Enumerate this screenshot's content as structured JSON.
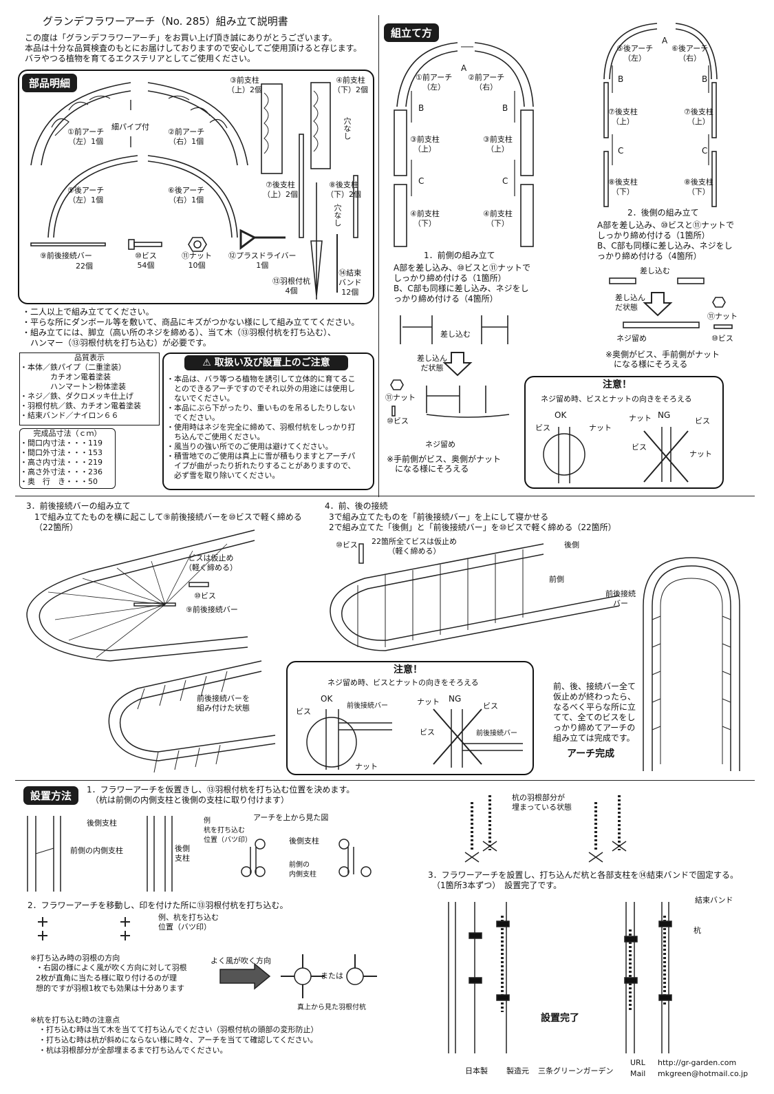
{
  "title": "グランデフラワーアーチ（No. 285）組み立て説明書",
  "intro": [
    "この度は「グランデフラワーアーチ」をお買い上げ頂き誠にありがとうございます。",
    "本品は十分な品質検査のもとにお届けしておりますので安心してご使用頂けると存じます。",
    "バラやつる植物を育てるエクステリアとしてご使用ください。"
  ],
  "parts": {
    "header": "部品明細",
    "center_note": "細パイプ付",
    "items": {
      "p1": "①前アーチ\n（左）1個",
      "p2": "②前アーチ\n（右）1個",
      "p3": "③前支柱\n（上）2個",
      "p4": "④前支柱\n（下）2個",
      "p5": "⑤後アーチ\n（左）1個",
      "p6": "⑥後アーチ\n（右）1個",
      "p7": "⑦後支柱\n（上）2個",
      "p8": "⑧後支柱\n（下）2個",
      "p9a": "⑨前後接続バー",
      "p9b": "22個",
      "p10": "⑩ビス\n54個",
      "p11": "⑪ナット\n10個",
      "p12": "⑫プラスドライバー\n1個",
      "p13": "⑬羽根付杭\n4個",
      "p14": "⑭結束\nバンド\n12個"
    },
    "no_hole": "穴なし"
  },
  "notes": [
    "・二人以上で組み立ててください。",
    "・平らな所にダンボール等を敷いて、商品にキズがつかない様にして組み立ててください。",
    "・組み立てには、脚立（高い所のネジを締める）、当て木（⑬羽根付杭を打ち込む）、",
    "　ハンマー（⑬羽根付杭を打ち込む）が必要です。"
  ],
  "quality": {
    "title": "品質表示",
    "lines": [
      "・本体／鉄パイプ（二重塗装）",
      "　　　　カチオン電着塗装",
      "　　　　ハンマートン粉体塗装",
      "・ネジ／鉄、ダクロメッキ仕上げ",
      "・羽根付杭／鉄、カチオン電着塗装",
      "・結束バンド／ナイロン６６"
    ]
  },
  "dims": {
    "title": "完成品寸法（ｃｍ）",
    "lines": [
      "・間口内寸法・・・119",
      "・間口外寸法・・・153",
      "・高さ内寸法・・・219",
      "・高さ外寸法・・・236",
      "・奥　行　き・・・50"
    ]
  },
  "caution": {
    "title": "取扱い及び設置上のご注意",
    "lines": [
      "・本品は、バラ等つる植物を誘引して立体的に育てるこ",
      "　とのできるアーチですのでそれ以外の用途には使用し",
      "　ないでください。",
      "・本品にぶら下がったり、重いものを吊るしたりしない",
      "　でください。",
      "・使用時はネジを完全に締めて、羽根付杭をしっかり打",
      "　ち込んでご使用ください。",
      "・風当りの強い所でのご使用は避けてください。",
      "・積雪地でのご使用は真上に雪が積もりますとアーチパ",
      "　イプが曲がったり折れたりすることがありますので、",
      "　必ず雪を取り除いてください。"
    ]
  },
  "assembly": {
    "header": "組立て方",
    "labels": {
      "A": "A",
      "B": "B",
      "C": "C",
      "f1": "①前アーチ\n（左）",
      "f2": "②前アーチ\n（右）",
      "f3": "③前支柱\n（上）",
      "f4": "④前支柱\n（下）",
      "b5": "⑤後アーチ\n（左）",
      "b6": "⑥後アーチ\n（右）",
      "b7": "⑦後支柱\n（上）",
      "b8": "⑧後支柱\n（下）"
    },
    "step1_title": "1．前側の組み立て",
    "step1_lines": [
      "A部を差し込み、⑩ビスと⑪ナットで",
      "しっかり締め付ける（1箇所）",
      "B、C部も同様に差し込み、ネジをし",
      "っかり締め付ける（4箇所）"
    ],
    "step2_title": "2．後側の組み立て",
    "step2_lines": [
      "A部を差し込み、⑩ビスと⑪ナットで",
      "しっかり締め付ける（1箇所）",
      "B、C部も同様に差し込み、ネジをし",
      "っかり締め付ける（4箇所）"
    ],
    "insert": "差し込む",
    "inserted": "差し込ん\nだ状態",
    "nut": "⑪ナット",
    "bis": "⑩ビス",
    "screw": "ネジ留め",
    "front_note": "※手前側がビス、奥側がナット\n　になる様にそろえる",
    "back_note": "※奥側がビス、手前側がナット\n　になる様にそろえる"
  },
  "attention1": {
    "title": "注意！",
    "sub": "ネジ留め時、ビスとナットの向きをそろえる",
    "ok": "OK",
    "ng": "NG",
    "bis": "ビス",
    "nut": "ナット"
  },
  "step3": {
    "title": "3．前後接続バーの組み立て",
    "lines": [
      "1で組み立てたものを横に起こして⑨前後接続バーを⑩ビスで軽く締める",
      "（22箇所）"
    ],
    "temp": "ビスは仮止め\n（軽く締める）",
    "bis": "⑩ビス",
    "bar": "⑨前後接続バー",
    "done": "前後接続バーを\n組み付けた状態"
  },
  "step4": {
    "title": "4．前、後の接続",
    "lines": [
      "3で組み立てたものを「前後接続バー」を上にして寝かせる",
      "2で組み立てた「後側」と「前後接続バー」を⑩ビスで軽く締める（22箇所）"
    ],
    "bis": "⑩ビス",
    "temp": "22箇所全てビスは仮止め\n（軽く締める）",
    "back": "後側",
    "front": "前側",
    "bar": "前後接続\nバー",
    "final_note": [
      "前、後、接続バー全て",
      "仮止めが終わったら、",
      "なるべく平らな所に立",
      "てて、全てのビスをし",
      "っかり締めてアーチの",
      "組み立ては完成です。"
    ],
    "complete": "アーチ完成"
  },
  "attention2": {
    "title": "注意！",
    "sub": "ネジ留め時、ビスとナットの向きをそろえる",
    "ok": "OK",
    "ng": "NG",
    "bis": "ビス",
    "nut": "ナット",
    "bar": "前後接続バー"
  },
  "install": {
    "header": "設置方法",
    "s1": [
      "1．フラワーアーチを仮置きし、⑬羽根付杭を打ち込む位置を決めます。",
      "　（杭は前側の内側支柱と後側の支柱に取り付けます）"
    ],
    "back_post": "後側支柱",
    "front_inner": "前側の内側支柱",
    "back_post2": "後側\n支柱",
    "example": "例\n杭を打ち込む\n位置（バツ印）",
    "top_view": "アーチを上から見た図",
    "back_post3": "後側支柱",
    "front_inner2": "前側の\n内側支柱",
    "s2": "2．フラワーアーチを移動し、印を付けた所に⑬羽根付杭を打ち込む。",
    "example2": "例、杭を打ち込む\n位置（バツ印）",
    "wing_title": "※打ち込み時の羽根の方向",
    "wing_lines": [
      "・右図の様によく風が吹く方向に対して羽根",
      "2枚が直角に当たる様に取り付けるのが理",
      "想的ですが羽根1枚でも効果は十分あります"
    ],
    "wind": "よく風が吹く方向",
    "or": "または",
    "stake_top": "真上から見た羽根付杭",
    "care_title": "※杭を打ち込む時の注意点",
    "care_lines": [
      "・打ち込む時は当て木を当てて打ち込んでください（羽根付杭の頭部の変形防止）",
      "・打ち込む時は杭が斜めにならない様に時々、アーチを当てて確認してください。",
      "・杭は羽根部分が全部埋まるまで打ち込んでください。"
    ],
    "buried": "杭の羽根部分が\n埋まっている状態",
    "s3": [
      "3．フラワーアーチを設置し、打ち込んだ杭と各部支柱を⑭結束バンドで固定する。",
      "　（1箇所3本ずつ）　設置完了です。"
    ],
    "band": "結束バンド",
    "stake": "杭",
    "done": "設置完了"
  },
  "footer": {
    "made": "日本製",
    "maker_label": "製造元",
    "maker": "三条グリーンガーデン",
    "url_label": "URL",
    "url": "http://gr-garden.com",
    "mail_label": "Mail",
    "mail": "mkgreen@hotmail.co.jp"
  }
}
